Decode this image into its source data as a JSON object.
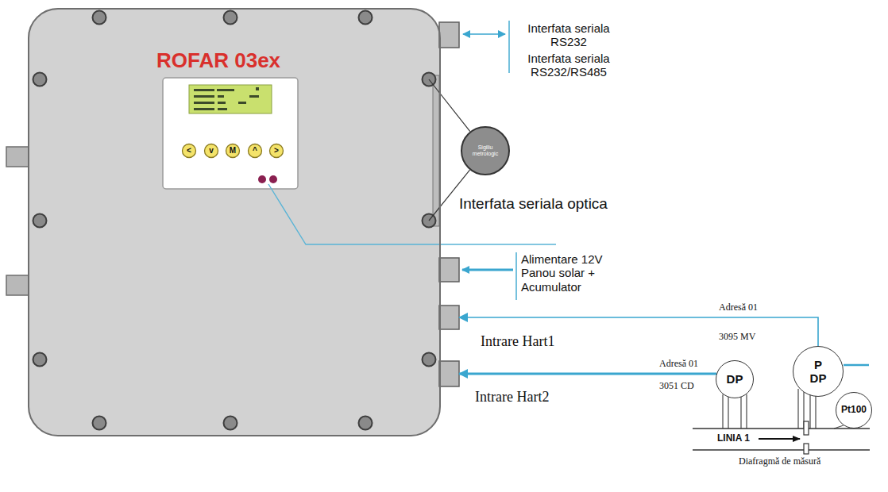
{
  "diagram": {
    "nodes": [
      {
        "text": [
          "ROFAR 03ex"
        ]
      },
      {
        "text": [
          "Sigiliu metrologic"
        ]
      },
      {
        "text": [
          "DP"
        ]
      },
      {
        "text": [
          "P DP"
        ]
      },
      {
        "text": [
          "Pt100"
        ]
      }
    ],
    "edges": [
      {
        "from": 3,
        "to": 0,
        "arrow": "to"
      },
      {
        "from": 2,
        "to": 0,
        "arrow": "to"
      },
      {
        "from": 1,
        "to": 0,
        "arrow": "none"
      },
      {
        "from": 1,
        "to": 0,
        "arrow": "none"
      }
    ],
    "labels": [
      "Interfata seriala RS232",
      "Interfata seriala RS232/RS485",
      "<",
      "v",
      "M",
      "^",
      ">",
      "Interfata seriala optica",
      "Alimentare 12V Panou solar + Acumulator",
      "Adresă 01",
      "3095 MV",
      "Intrare Hart1",
      "Adresă 01",
      "3051 CD",
      "Intrare Hart2",
      "LINIA 1",
      "Diafragmă de măsură"
    ]
  }
}
